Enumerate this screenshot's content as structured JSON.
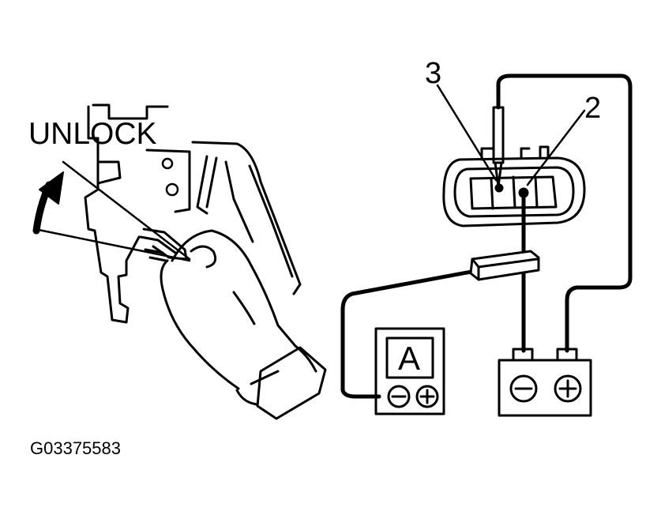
{
  "labels": {
    "unlock": "UNLOCK",
    "terminal_3": "3",
    "terminal_2": "2",
    "ammeter_letter": "A",
    "figure_id": "G03375583"
  },
  "colors": {
    "ink": "#000000",
    "paper": "#ffffff"
  },
  "icons": {
    "meter_negative": "minus-terminal-icon",
    "meter_positive": "plus-terminal-icon",
    "battery_negative": "minus-terminal-icon",
    "battery_positive": "plus-terminal-icon",
    "unlock_arrow": "curved-arrow-icon"
  }
}
